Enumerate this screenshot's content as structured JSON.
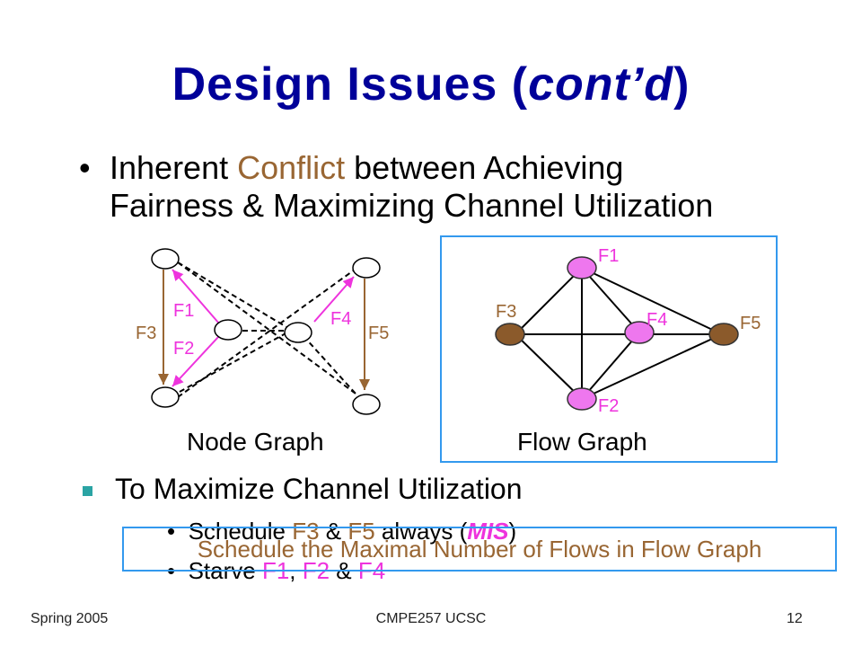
{
  "slide": {
    "title_main": "Design Issues (",
    "title_italic": "cont’d",
    "title_close": ")",
    "bullet1": {
      "pre": "Inherent ",
      "highlight": "Conflict",
      "post": " between Achieving",
      "line2": "Fairness & Maximizing Channel Utilization"
    },
    "node_graph": {
      "caption": "Node Graph",
      "labels": {
        "f1": "F1",
        "f2": "F2",
        "f3": "F3",
        "f4": "F4",
        "f5": "F5"
      }
    },
    "flow_graph": {
      "caption": "Flow Graph",
      "labels": {
        "f1": "F1",
        "f2": "F2",
        "f3": "F3",
        "f4": "F4",
        "f5": "F5"
      }
    },
    "sub_heading": "To Maximize Channel Utilization",
    "item1": {
      "pre": "Schedule ",
      "f3": "F3",
      "amp": " & ",
      "f5": "F5",
      "post": " always (",
      "mis": "MIS",
      "close": ")"
    },
    "item2": {
      "pre": "Starve ",
      "f1": "F1",
      "sep": ", ",
      "f2": "F2",
      "amp": " & ",
      "f4": "F4"
    },
    "overlay_note": "Schedule the Maximal Number of Flows in Flow Graph",
    "footer_left": "Spring 2005",
    "footer_center": "CMPE257  UCSC",
    "footer_right": "12"
  },
  "colors": {
    "title": "#000099",
    "conflict": "#996633",
    "flow_pink": "#ee33dd",
    "flow_brown": "#996633",
    "node_flow_brown_node": "#8b5a2b",
    "box_border": "#3399ee",
    "bullet_square": "#2aa4a4"
  }
}
